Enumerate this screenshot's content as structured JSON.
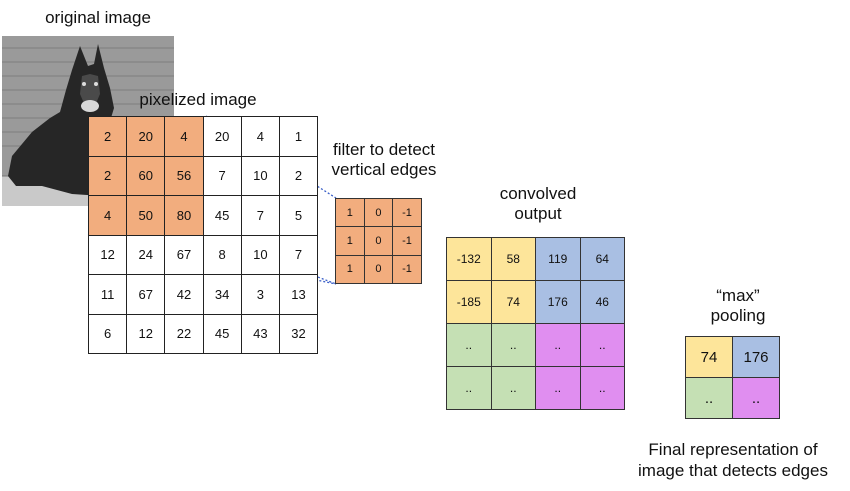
{
  "labels": {
    "original": "original image",
    "pixelized": "pixelized image",
    "filter_line1": "filter to detect",
    "filter_line2": "vertical edges",
    "convolved_line1": "convolved",
    "convolved_line2": "output",
    "pooling_line1": "“max”",
    "pooling_line2": "pooling",
    "final_line1": "Final representation of",
    "final_line2": "image that detects edges"
  },
  "pixel_grid": {
    "rows": [
      [
        "2",
        "20",
        "4",
        "20",
        "4",
        "1"
      ],
      [
        "2",
        "60",
        "56",
        "7",
        "10",
        "2"
      ],
      [
        "4",
        "50",
        "80",
        "45",
        "7",
        "5"
      ],
      [
        "12",
        "24",
        "67",
        "8",
        "10",
        "7"
      ],
      [
        "11",
        "67",
        "42",
        "34",
        "3",
        "13"
      ],
      [
        "6",
        "12",
        "22",
        "45",
        "43",
        "32"
      ]
    ],
    "highlight_color": "#f2ad7e"
  },
  "filter_grid": {
    "rows": [
      [
        "1",
        "0",
        "-1"
      ],
      [
        "1",
        "0",
        "-1"
      ],
      [
        "1",
        "0",
        "-1"
      ]
    ]
  },
  "conv_grid": {
    "rows": [
      [
        "-132",
        "58",
        "119",
        "64"
      ],
      [
        "-185",
        "74",
        "176",
        "46"
      ],
      [
        "..",
        "..",
        "..",
        ".."
      ],
      [
        "..",
        "..",
        "..",
        ".."
      ]
    ]
  },
  "pool_grid": {
    "rows": [
      [
        "74",
        "176"
      ],
      [
        "..",
        ".."
      ]
    ]
  },
  "colors": {
    "yellow": "#fde59a",
    "blue": "#a9bfe3",
    "green": "#c5e0b4",
    "purple": "#e08ef0",
    "connector": "#3a5fc8"
  }
}
